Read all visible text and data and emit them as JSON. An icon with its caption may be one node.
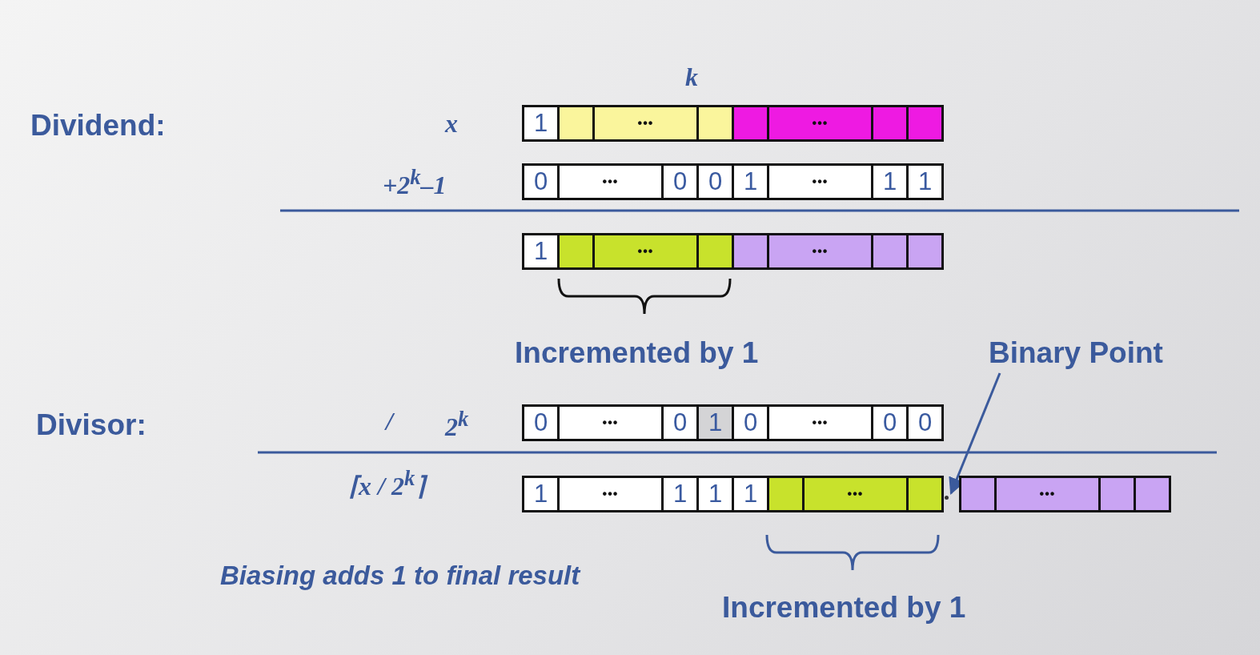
{
  "diagram": {
    "nodes": [
      {
        "text": [],
        "shape": "bar"
      },
      {
        "text": [
          "1"
        ],
        "in": 0
      },
      {
        "text": [],
        "shape": "box",
        "in": 0
      },
      {
        "text": [
          "•••"
        ],
        "in": 0
      },
      {
        "text": [],
        "shape": "box",
        "in": 0
      },
      {
        "text": [],
        "shape": "box",
        "in": 0
      },
      {
        "text": [
          "•••"
        ],
        "in": 0
      },
      {
        "text": [],
        "shape": "box",
        "in": 0
      },
      {
        "text": [],
        "shape": "box",
        "in": 0
      },
      {
        "text": [],
        "shape": "bar"
      },
      {
        "text": [
          "0"
        ],
        "in": 9
      },
      {
        "text": [
          "•••"
        ],
        "in": 9
      },
      {
        "text": [
          "0"
        ],
        "in": 9
      },
      {
        "text": [
          "0"
        ],
        "in": 9
      },
      {
        "text": [
          "1"
        ],
        "in": 9
      },
      {
        "text": [
          "•••"
        ],
        "in": 9
      },
      {
        "text": [
          "1"
        ],
        "in": 9
      },
      {
        "text": [
          "1"
        ],
        "in": 9
      },
      {
        "text": [],
        "shape": "bar"
      },
      {
        "text": [
          "1"
        ],
        "in": 18
      },
      {
        "text": [],
        "shape": "box",
        "in": 18
      },
      {
        "text": [
          "•••"
        ],
        "in": 18
      },
      {
        "text": [],
        "shape": "box",
        "in": 18
      },
      {
        "text": [],
        "shape": "box",
        "in": 18
      },
      {
        "text": [
          "•••"
        ],
        "in": 18
      },
      {
        "text": [],
        "shape": "box",
        "in": 18
      },
      {
        "text": [],
        "shape": "box",
        "in": 18
      },
      {
        "text": [],
        "shape": "bar"
      },
      {
        "text": [
          "0"
        ],
        "in": 27
      },
      {
        "text": [
          "•••"
        ],
        "in": 27
      },
      {
        "text": [
          "0"
        ],
        "in": 27
      },
      {
        "text": [
          "1"
        ],
        "in": 27
      },
      {
        "text": [
          "0"
        ],
        "in": 27
      },
      {
        "text": [
          "•••"
        ],
        "in": 27
      },
      {
        "text": [
          "0"
        ],
        "in": 27
      },
      {
        "text": [
          "0"
        ],
        "in": 27
      },
      {
        "text": [
          "Binary Point"
        ]
      },
      {
        "text": [],
        "shape": "bar"
      },
      {
        "text": [
          "1"
        ],
        "in": 37
      },
      {
        "text": [
          "•••"
        ],
        "in": 37
      },
      {
        "text": [
          "1"
        ],
        "in": 37
      },
      {
        "text": [
          "1"
        ],
        "in": 37
      },
      {
        "text": [
          "1"
        ],
        "in": 37
      },
      {
        "text": [],
        "shape": "box",
        "in": 37
      },
      {
        "text": [
          "•••"
        ],
        "in": 37
      },
      {
        "text": [],
        "shape": "box",
        "in": 37
      },
      {
        "text": [],
        "shape": "circle"
      },
      {
        "text": [],
        "shape": "bar"
      },
      {
        "text": [],
        "shape": "box",
        "in": 47
      },
      {
        "text": [
          "•••"
        ],
        "in": 47
      },
      {
        "text": [],
        "shape": "box",
        "in": 47
      },
      {
        "text": [],
        "shape": "box",
        "in": 47
      }
    ],
    "edges": [
      {
        "from": 36,
        "to": 46,
        "arrow": "to"
      }
    ],
    "labels": [
      "k",
      "Dividend:",
      "x",
      "+2$^{k}$–1",
      "Incremented by 1",
      "Divisor:",
      "/",
      "2$^{k}$",
      "⌈x / 2$^{k}$⌉",
      "Biasing adds 1 to final result",
      "Incremented by 1"
    ]
  }
}
